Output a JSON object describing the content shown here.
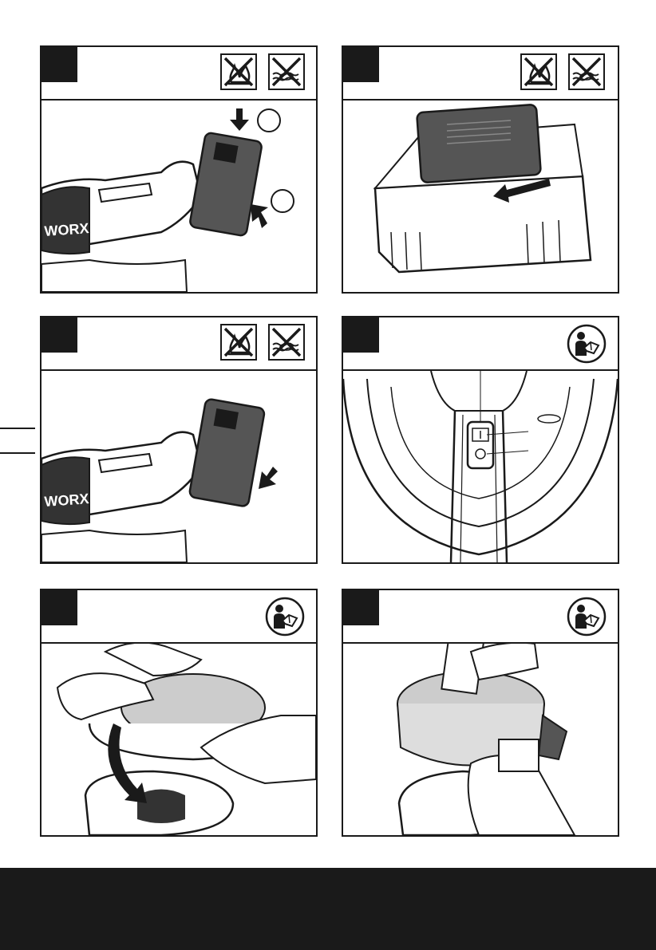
{
  "panels": [
    {
      "id": "p1",
      "icons": [
        "no-fire-icon",
        "no-water-icon"
      ],
      "callouts": [
        "",
        ""
      ],
      "brand": "WORX"
    },
    {
      "id": "p2",
      "icons": [
        "no-fire-icon",
        "no-water-icon"
      ]
    },
    {
      "id": "p3",
      "icons": [
        "no-fire-icon",
        "no-water-icon"
      ],
      "brand": "WORX"
    },
    {
      "id": "p4",
      "icons": [
        "read-manual-icon"
      ]
    },
    {
      "id": "p5",
      "icons": [
        "read-manual-icon"
      ]
    },
    {
      "id": "p6",
      "icons": [
        "read-manual-icon"
      ]
    }
  ],
  "colors": {
    "ink": "#1a1a1a",
    "battery": "#555555",
    "paper": "#ffffff"
  }
}
